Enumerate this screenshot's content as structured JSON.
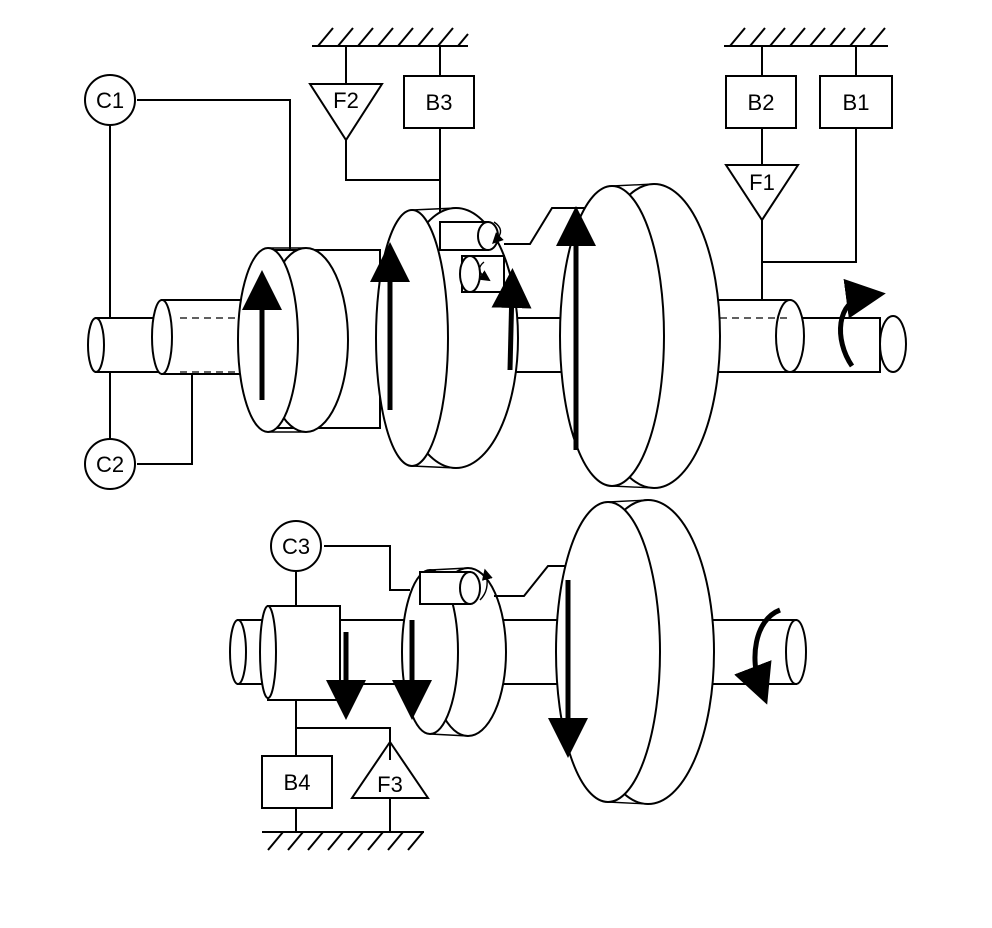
{
  "labels": {
    "c1": "C1",
    "c2": "C2",
    "c3": "C3",
    "b1": "B1",
    "b2": "B2",
    "b3": "B3",
    "b4": "B4",
    "f1": "F1",
    "f2": "F2",
    "f3": "F3"
  }
}
